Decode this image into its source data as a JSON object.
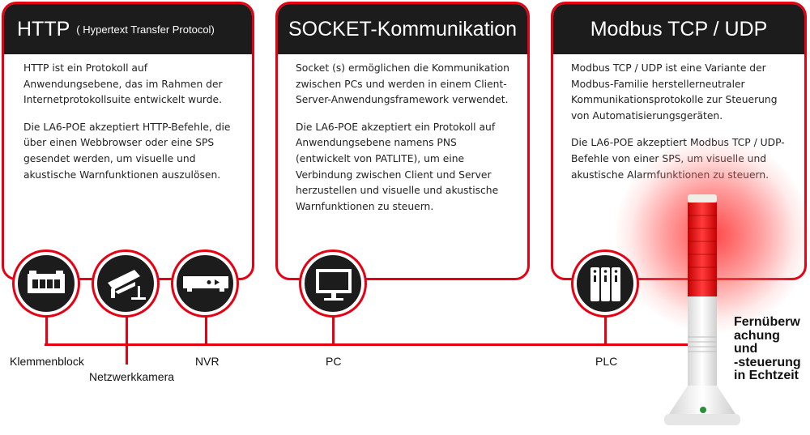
{
  "panels": [
    {
      "title": "HTTP",
      "subtitle": "( Hypertext Transfer Protocol)",
      "paragraphs": [
        "HTTP ist ein Protokoll auf Anwendungsebene, das im Rahmen der Internetprotokollsuite entwickelt wurde.",
        "Die LA6-POE akzeptiert HTTP-Befehle, die über einen Webbrowser oder eine SPS gesendet werden, um visuelle und akustische Warnfunktionen auszulösen."
      ]
    },
    {
      "title": "SOCKET-Kommunikation",
      "paragraphs": [
        "Socket (s) ermöglichen die Kommunikation zwischen PCs und werden in einem Client-Server-Anwendungsframework verwendet.",
        "Die LA6-POE akzeptiert ein Protokoll auf Anwendungsebene namens PNS (entwickelt von PATLITE), um eine Verbindung zwischen Client und Server herzustellen und visuelle und akustische Warnfunktionen zu steuern."
      ]
    },
    {
      "title": "Modbus TCP / UDP",
      "paragraphs": [
        "Modbus TCP / UDP ist eine Variante der Modbus-Familie herstellerneutraler Kommunikationsprotokolle zur Steuerung von Automatisierungsgeräten.",
        "Die LA6-POE akzeptiert Modbus TCP / UDP-Befehle von einer SPS, um visuelle und akustische Alarmfunktionen zu steuern."
      ]
    }
  ],
  "devices": {
    "terminal_block": "Klemmenblock",
    "network_camera": "Netzwerkkamera",
    "nvr": "NVR",
    "pc": "PC",
    "plc": "PLC"
  },
  "remote_text": [
    "Fernüberw",
    "achung",
    "und",
    "-steuerung",
    "in Echtzeit"
  ],
  "colors": {
    "accent": "#e60012",
    "header": "#1c1c1c"
  }
}
